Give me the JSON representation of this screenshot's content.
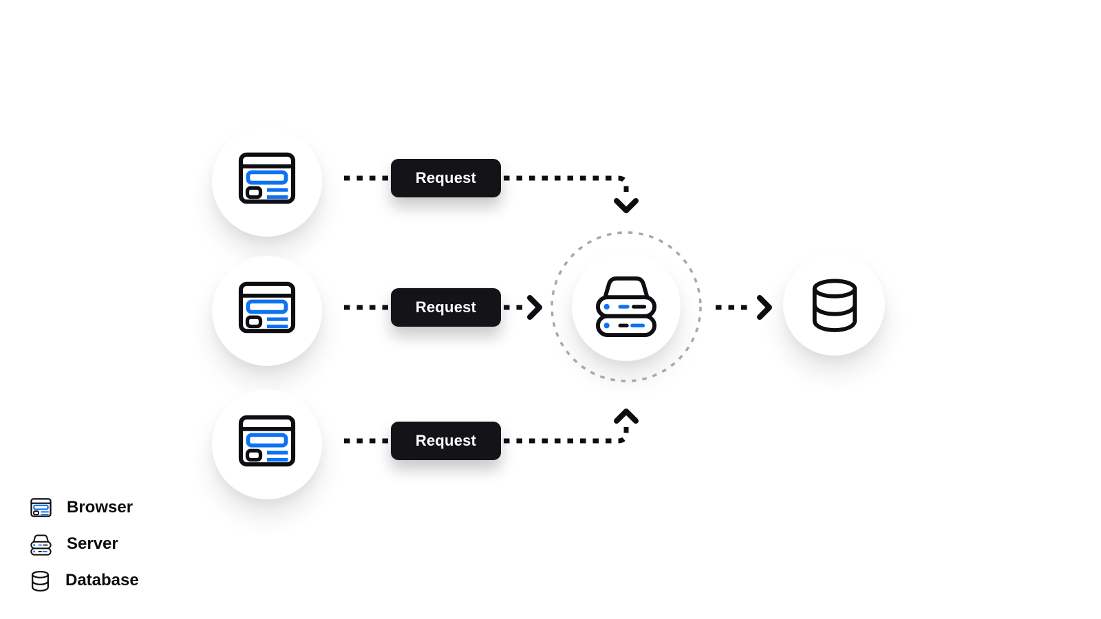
{
  "diagram": {
    "request_labels": [
      "Request",
      "Request",
      "Request"
    ],
    "nodes": {
      "browsers": [
        "browser-1",
        "browser-2",
        "browser-3"
      ],
      "server": "server",
      "database": "database"
    }
  },
  "legend": {
    "items": [
      {
        "icon": "browser-icon",
        "label": "Browser"
      },
      {
        "icon": "server-icon",
        "label": "Server"
      },
      {
        "icon": "database-icon",
        "label": "Database"
      }
    ]
  },
  "colors": {
    "accent_blue": "#0d72f2",
    "ink": "#0d0d12",
    "request_badge_bg": "#141418",
    "request_badge_text": "#ffffff",
    "dashed_ring": "#a8a8a8",
    "background": "#ffffff"
  }
}
